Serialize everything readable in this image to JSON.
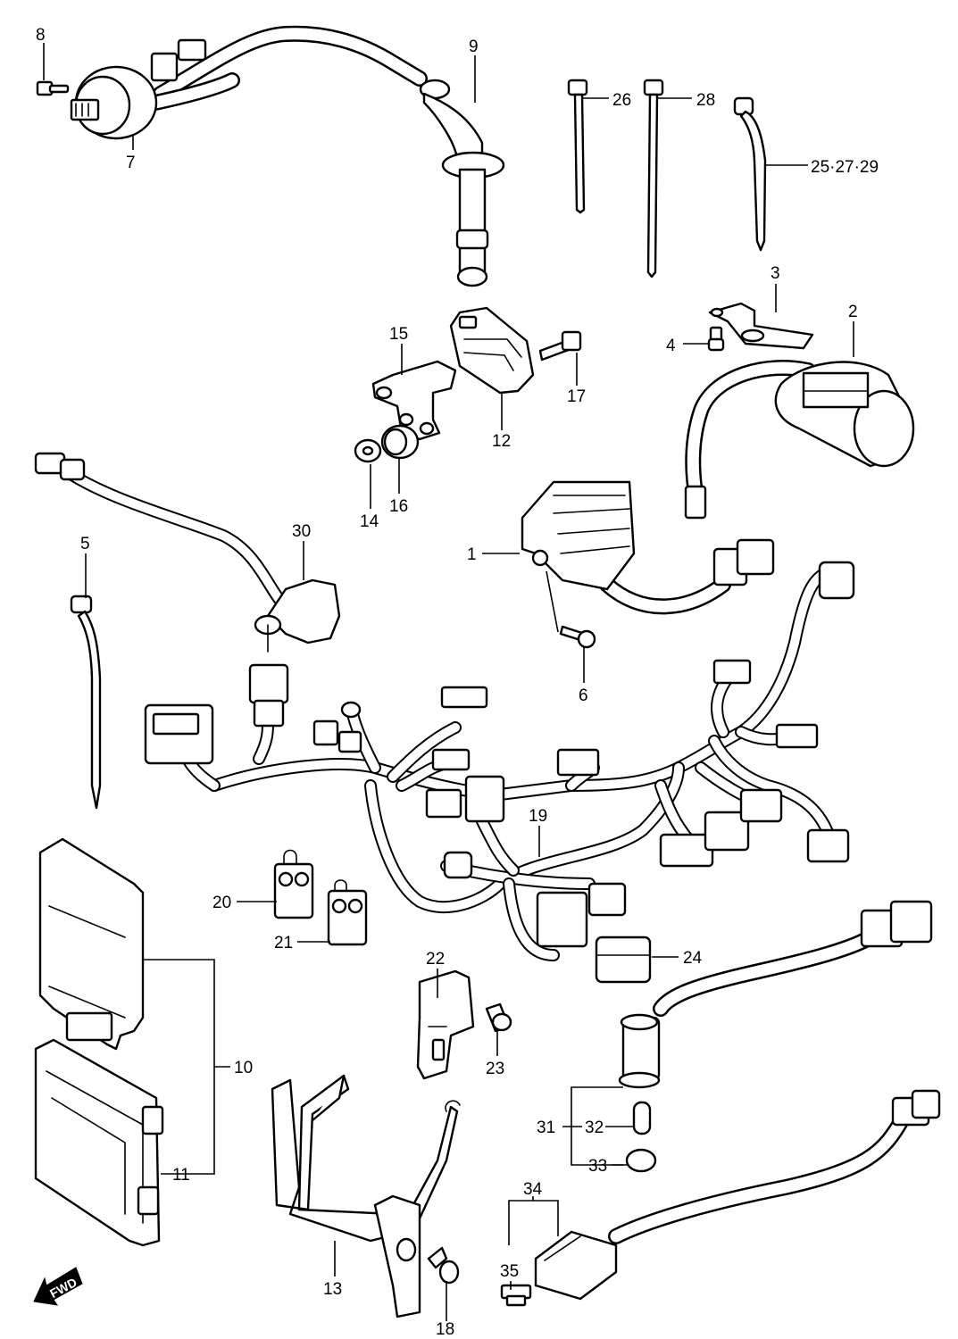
{
  "labels": {
    "p1": "1",
    "p2": "2",
    "p3": "3",
    "p4": "4",
    "p5": "5",
    "p6": "6",
    "p7": "7",
    "p8": "8",
    "p9": "9",
    "p10": "10",
    "p11": "11",
    "p12": "12",
    "p13": "13",
    "p14": "14",
    "p15": "15",
    "p16": "16",
    "p17": "17",
    "p18": "18",
    "p19": "19",
    "p20": "20",
    "p21": "21",
    "p22": "22",
    "p23": "23",
    "p24": "24",
    "p25_27_29": "25·27·29",
    "p26": "26",
    "p28": "28",
    "p30": "30",
    "p31": "31",
    "p32": "32",
    "p33": "33",
    "p34": "34",
    "p35": "35"
  },
  "direction_marker": "FWD"
}
